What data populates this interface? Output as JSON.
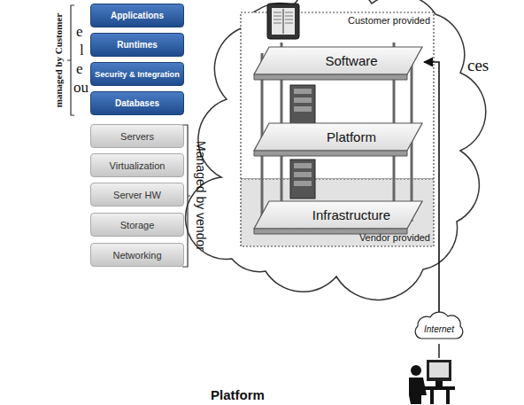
{
  "diagram": {
    "nodes": [
      {
        "text": [
          "Applications"
        ]
      },
      {
        "text": [
          "Runtimes"
        ]
      },
      {
        "text": [
          "Security & Integration"
        ]
      },
      {
        "text": [
          "Databases"
        ]
      },
      {
        "text": [
          "Servers"
        ]
      },
      {
        "text": [
          "Virtualization"
        ]
      },
      {
        "text": [
          "Server HW"
        ]
      },
      {
        "text": [
          "Storage"
        ]
      },
      {
        "text": [
          "Networking"
        ]
      },
      {
        "text": [
          "Software"
        ]
      },
      {
        "text": [
          "Platform"
        ]
      },
      {
        "text": [
          "Infrastructure"
        ]
      },
      {
        "text": [
          "Internet"
        ]
      }
    ],
    "edges": [
      {
        "from": 12,
        "to": 9,
        "arrow": "to"
      }
    ],
    "labels": [
      "e",
      "l",
      "e",
      "ou",
      "managed by Customer",
      "Managed by vendor",
      "Customer provided",
      "Vendor provided",
      "ces",
      "Platform"
    ]
  }
}
